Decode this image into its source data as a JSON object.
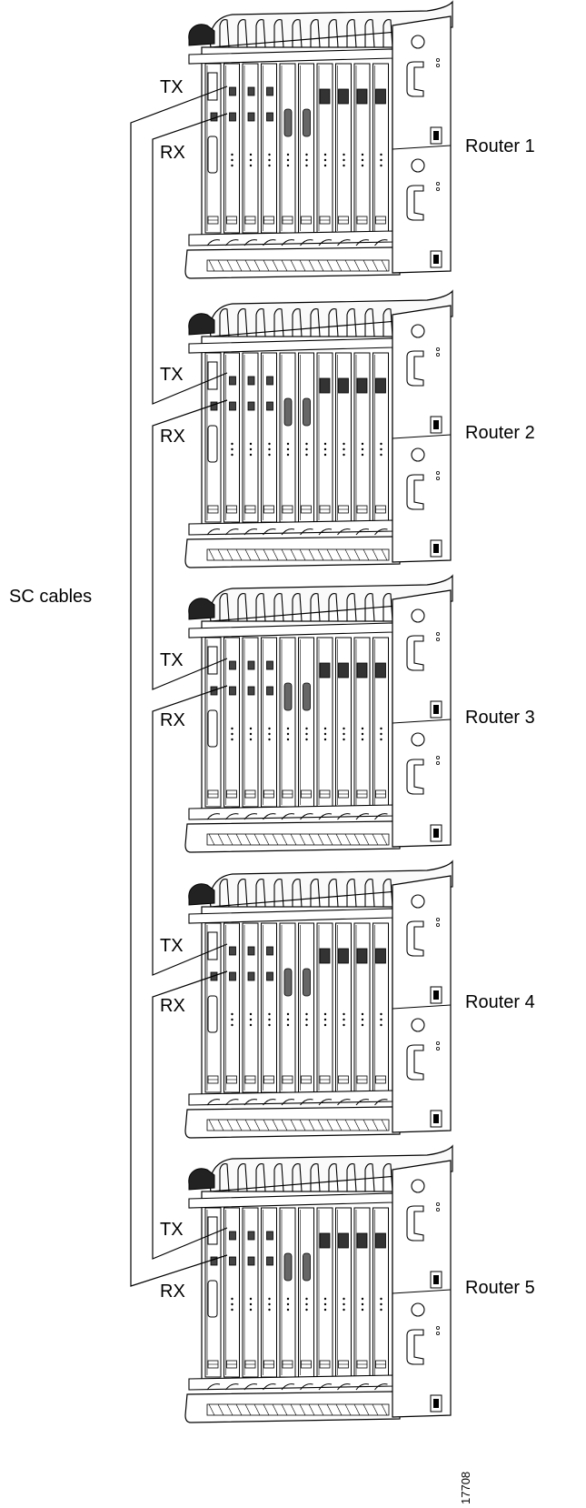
{
  "cable_label": "SC cables",
  "routers": [
    {
      "name": "Router 1",
      "tx": "TX",
      "rx": "RX"
    },
    {
      "name": "Router 2",
      "tx": "TX",
      "rx": "RX"
    },
    {
      "name": "Router 3",
      "tx": "TX",
      "rx": "RX"
    },
    {
      "name": "Router 4",
      "tx": "TX",
      "rx": "RX"
    },
    {
      "name": "Router 5",
      "tx": "TX",
      "rx": "RX"
    }
  ],
  "figure_id": "17708"
}
